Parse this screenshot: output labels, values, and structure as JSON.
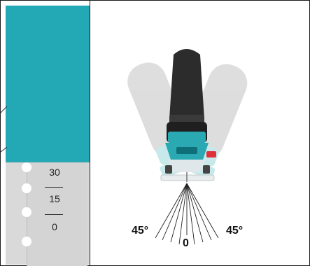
{
  "bevel_scale": {
    "values": [
      "30",
      "15",
      "0"
    ]
  },
  "angle_labels": {
    "left": "45°",
    "center": "0",
    "right": "45°"
  },
  "colors": {
    "teal": "#23a9b6",
    "plate_gray": "#d4d4d4",
    "body_dark": "#333333",
    "accent_red": "#e0303a"
  },
  "icons": {
    "tool": "jigsaw-bevel-icon"
  }
}
